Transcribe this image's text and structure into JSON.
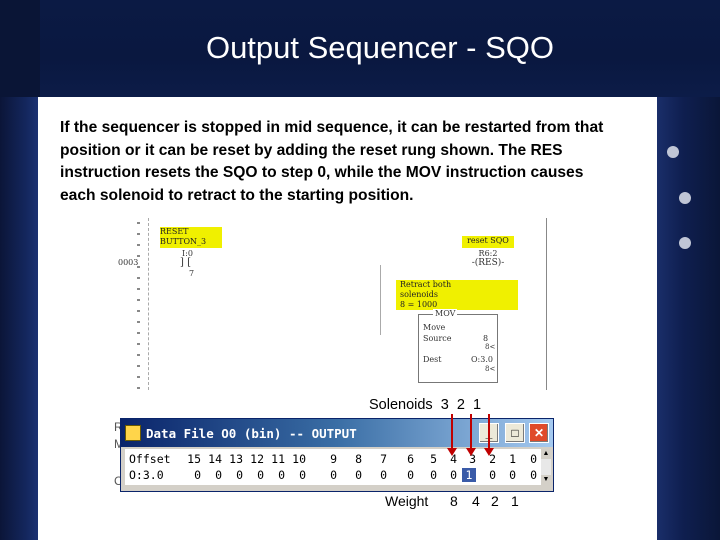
{
  "slide": {
    "title": "Output Sequencer - SQO",
    "body_lines": [
      "If the sequencer is stopped in mid sequence, it can be restarted from that",
      "position or it can be reset by adding the reset rung shown.  The RES",
      "instruction resets the SQO to step 0, while the MOV instruction causes",
      "each solenoid to retract to the starting position."
    ]
  },
  "ladder": {
    "rung_number": "0003",
    "input_label_1": "RESET",
    "input_label_2": "BUTTON_3",
    "input_address": "I:0",
    "input_contact": "] [",
    "input_bit": "7",
    "res_label": "reset SQO",
    "res_address": "R6:2",
    "res_symbol": "-(RES)-",
    "mov_comment_1": "Retract both",
    "mov_comment_2": "solenoids",
    "mov_comment_3": "8 = 1000",
    "mov_title": "MOV",
    "mov_subtitle": "Move",
    "mov_source_label": "Source",
    "mov_source_value": "8",
    "mov_source_sub": "8<",
    "mov_dest_label": "Dest",
    "mov_dest_value": "O:3.0",
    "mov_dest_sub": "8<"
  },
  "solenoids": {
    "label": "Solenoids",
    "numbers": [
      "3",
      "2",
      "1"
    ]
  },
  "data_window": {
    "title": "Data File O0 (bin)  -- OUTPUT",
    "minimize": "_",
    "maximize": "□",
    "close": "✕",
    "offset_header": "Offset",
    "bit_headers": [
      "15",
      "14",
      "13",
      "12",
      "11",
      "10",
      "9",
      "8",
      "7",
      "6",
      "5",
      "4",
      "3",
      "2",
      "1",
      "0"
    ],
    "row_offset": "O:3.0",
    "row_bits": [
      "0",
      "0",
      "0",
      "0",
      "0",
      "0",
      "0",
      "0",
      "0",
      "0",
      "0",
      "0",
      "1",
      "0",
      "0",
      "0"
    ],
    "selected_bit_index": 12
  },
  "weight": {
    "label": "Weight",
    "values": [
      "8",
      "4",
      "2",
      "1"
    ]
  },
  "left_fragments": [
    "R",
    "M",
    "C"
  ],
  "colors": {
    "title_bg": "#0b1a44",
    "highlight": "#f0f000",
    "arrow": "#c00000",
    "selected_cell": "#3a5ba8"
  }
}
